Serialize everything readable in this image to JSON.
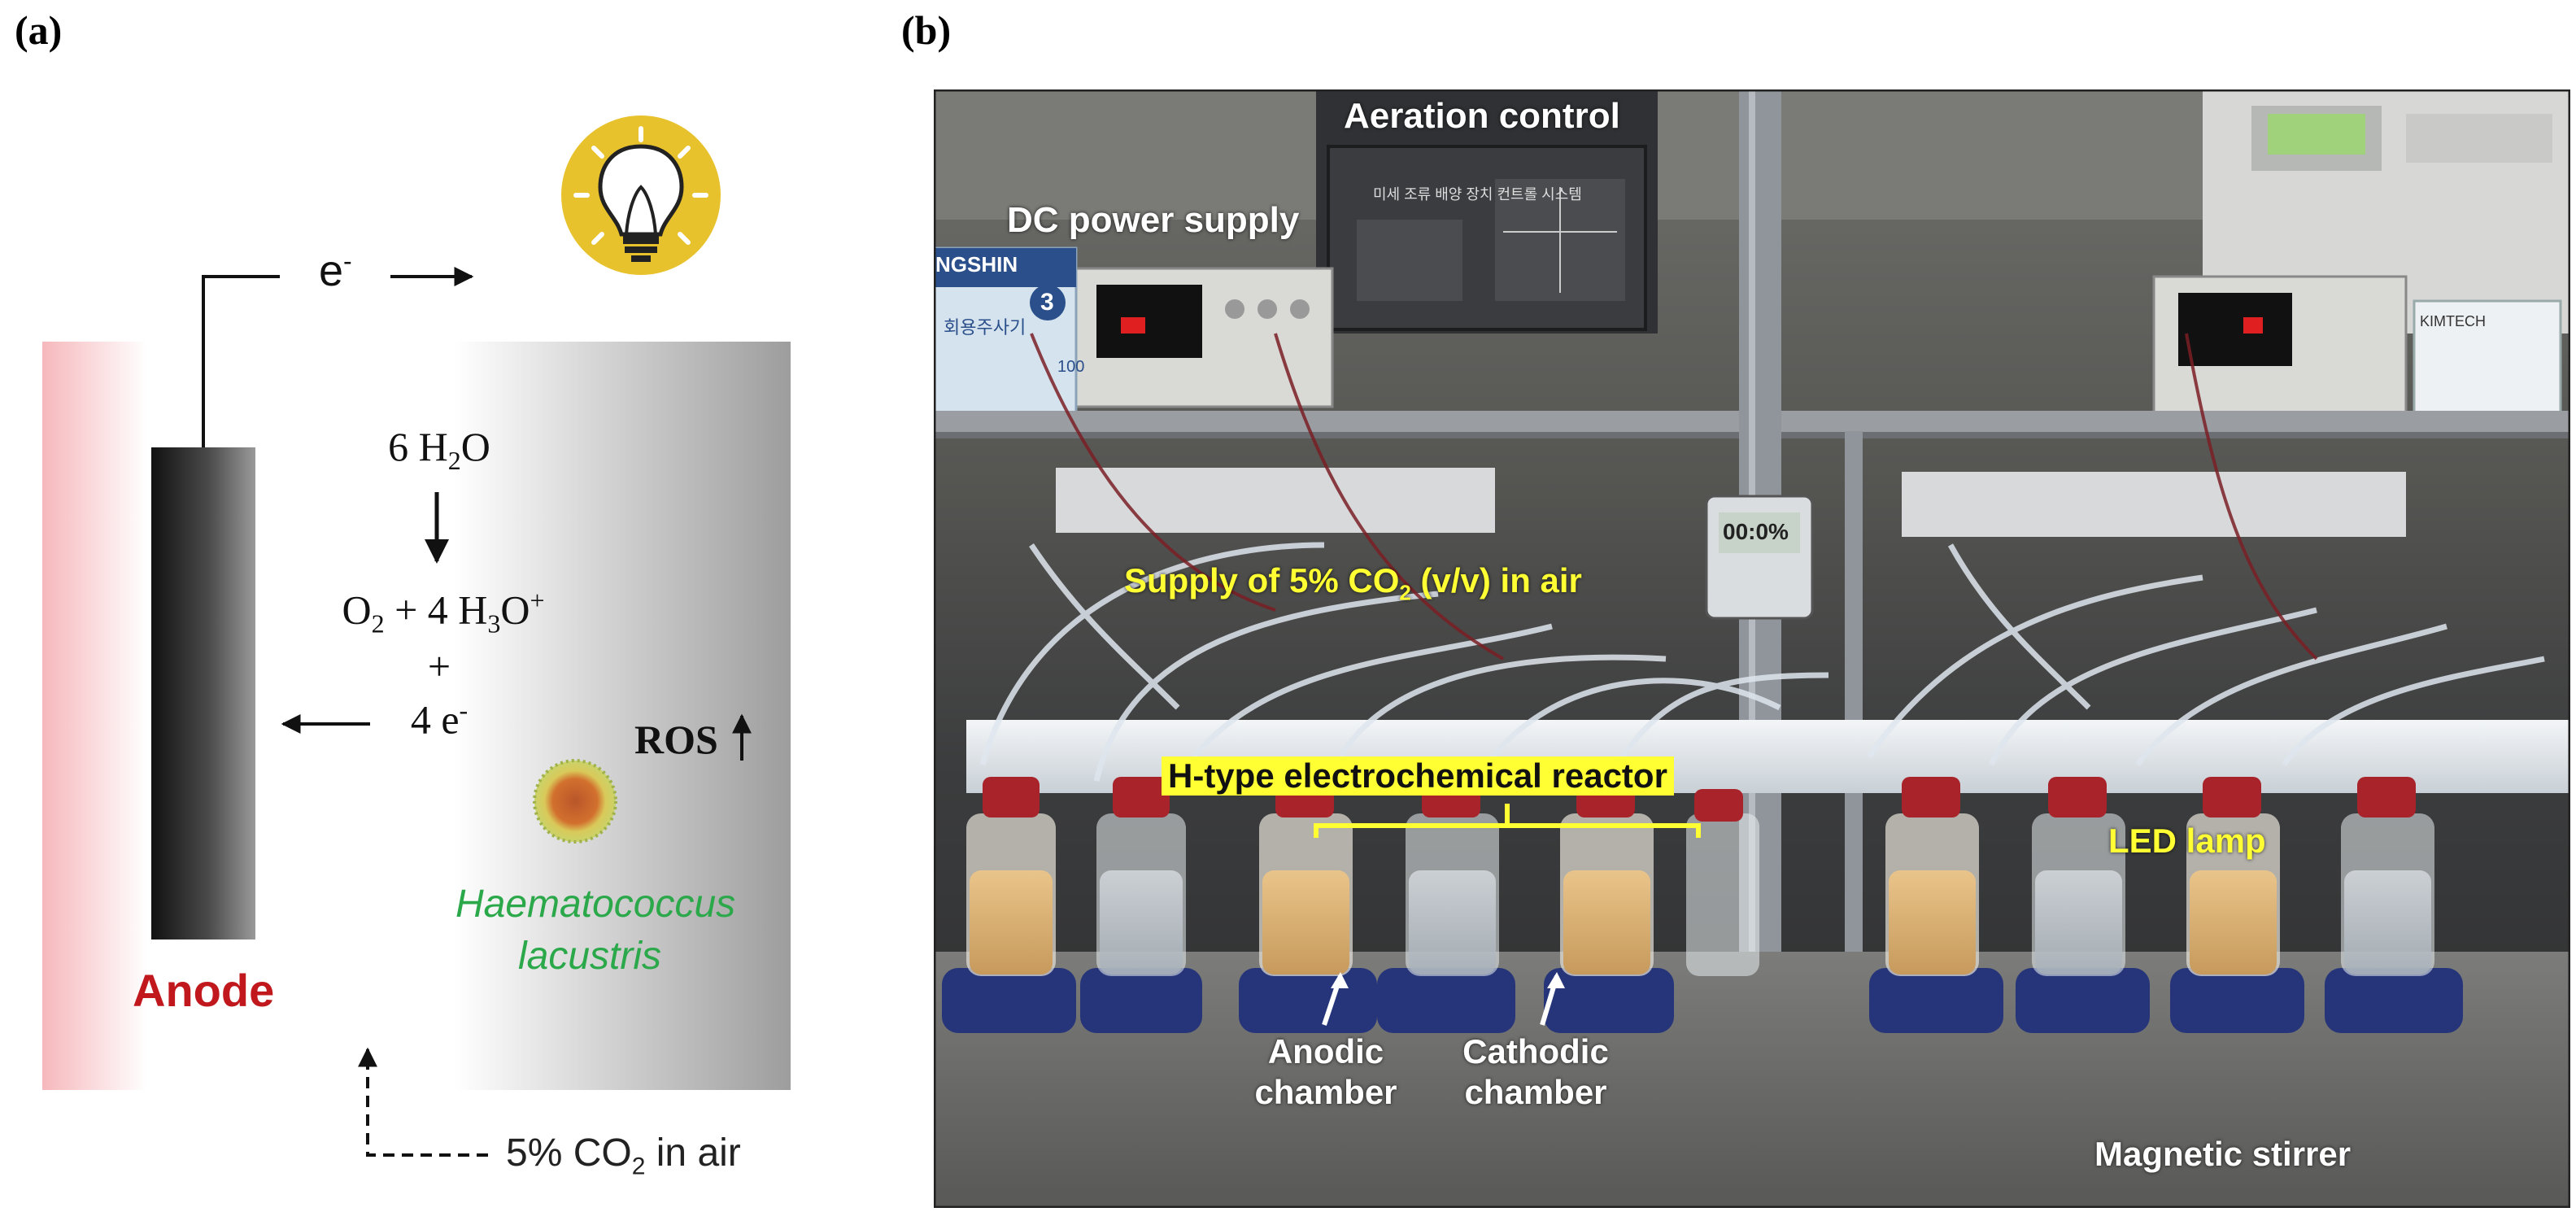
{
  "panel_a": {
    "label": "(a)",
    "electron_label": "e",
    "electron_sup": "-",
    "water_prefix": "6 H",
    "water_sub": "2",
    "water_suffix": "O",
    "products_o": "O",
    "products_o_sub": "2",
    "products_mid": " + 4 H",
    "products_h_sub": "3",
    "products_o2": "O",
    "products_sup": "+",
    "plus": "+",
    "electrons_4": "4 e",
    "electrons_4_sup": "-",
    "ros": "ROS",
    "alga_line1": "Haematococcus",
    "alga_line2": "lacustris",
    "anode": "Anode",
    "co2_prefix": "5% CO",
    "co2_sub": "2",
    "co2_suffix": " in air",
    "colors": {
      "anode_text": "#c0181c",
      "alga_text": "#2aa84a",
      "bulb_bg": "#e8c22c"
    }
  },
  "panel_b": {
    "label": "(b)",
    "aeration_control": "Aeration control",
    "dc_power_supply": "DC power supply",
    "co2_supply_prefix": "Supply of 5% CO",
    "co2_supply_sub": "2",
    "co2_supply_suffix": " (v/v) in air",
    "reactor": "H-type electrochemical reactor",
    "led_lamp": "LED lamp",
    "anodic_line1": "Anodic",
    "anodic_line2": "chamber",
    "cathodic_line1": "Cathodic",
    "cathodic_line2": "chamber",
    "magnetic_stirrer": "Magnetic stirrer",
    "control_panel_korean": "미세 조류 배양 장치 컨트롤 시스템",
    "box_brand": "NGSHIN",
    "box_text": "회용주사기",
    "box_num": "3",
    "box_100": "100",
    "timer_text": "00:0%",
    "kimtech": "KIMTECH"
  }
}
